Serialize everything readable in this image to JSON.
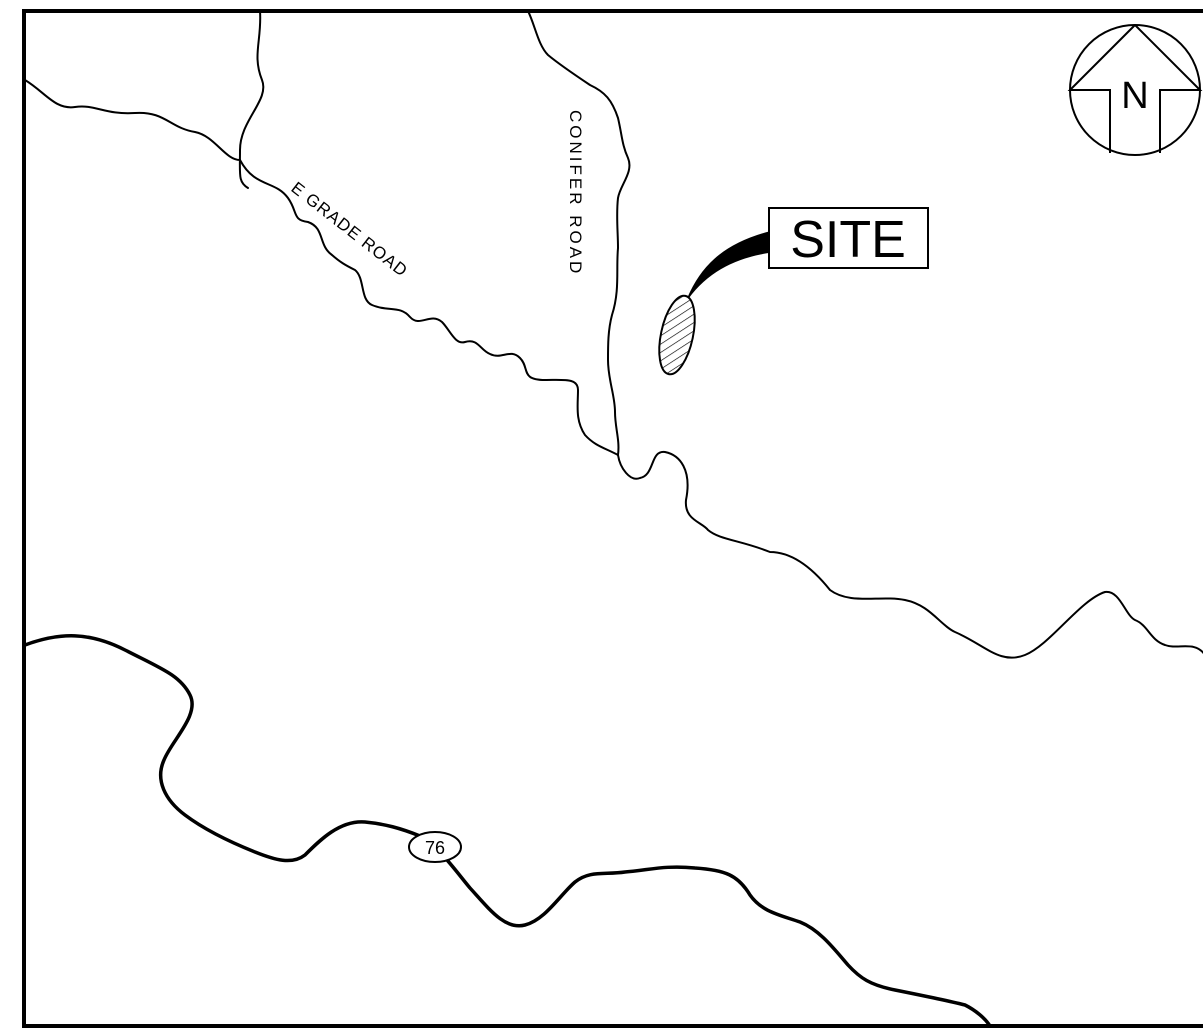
{
  "map": {
    "site_label": "SITE",
    "north_label": "N",
    "highway_shield": "76",
    "roads": {
      "e_grade_road": "E GRADE ROAD",
      "conifer_road": "CONIFER ROAD"
    }
  }
}
